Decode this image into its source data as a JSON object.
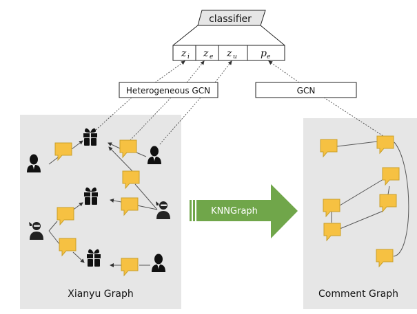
{
  "classifier": {
    "label": "classifier"
  },
  "embedding_cells": [
    {
      "base": "z",
      "sub": "i"
    },
    {
      "base": "z",
      "sub": "e"
    },
    {
      "base": "z",
      "sub": "u"
    },
    {
      "base": "p",
      "sub": "e"
    }
  ],
  "encoders": {
    "left": "Heterogeneous GCN",
    "right": "GCN"
  },
  "arrow": {
    "label": "KNNGraph",
    "color": "#70a64a"
  },
  "panels": {
    "left": {
      "title": "Xianyu Graph"
    },
    "right": {
      "title": "Comment Graph"
    }
  },
  "colors": {
    "panel_bg": "#e6e6e6",
    "comment_fill": "#f6c142",
    "comment_stroke": "#c9a02a",
    "classifier_fill": "#e6e6e6"
  },
  "legend_icons": [
    "user-icon",
    "fraud-user-icon",
    "gift-item-icon",
    "comment-icon"
  ]
}
